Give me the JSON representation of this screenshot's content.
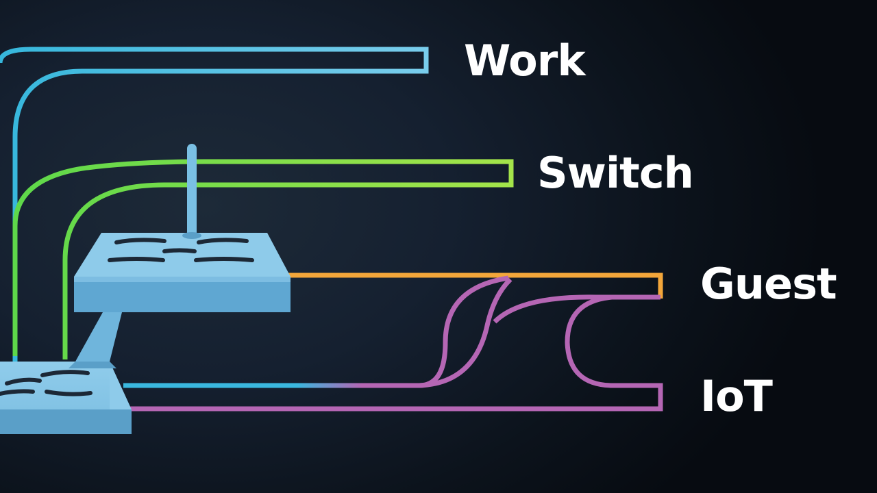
{
  "networks": [
    {
      "id": "work",
      "label": "Work",
      "color": "#5fc3e6"
    },
    {
      "id": "switch",
      "label": "Switch",
      "color": "#8ee04a"
    },
    {
      "id": "guest",
      "label": "Guest",
      "color": "#f3a63a"
    },
    {
      "id": "iot",
      "label": "IoT",
      "color": "#b566b4"
    }
  ],
  "colors": {
    "background": "#0b1119",
    "device": "#7ac0e4",
    "device_top": "#8ecbea",
    "device_side": "#4f9bc4",
    "device_port": "#1c2836",
    "cable_cyan": "#2fb6dc",
    "cable_green": "#3ccf4f"
  }
}
